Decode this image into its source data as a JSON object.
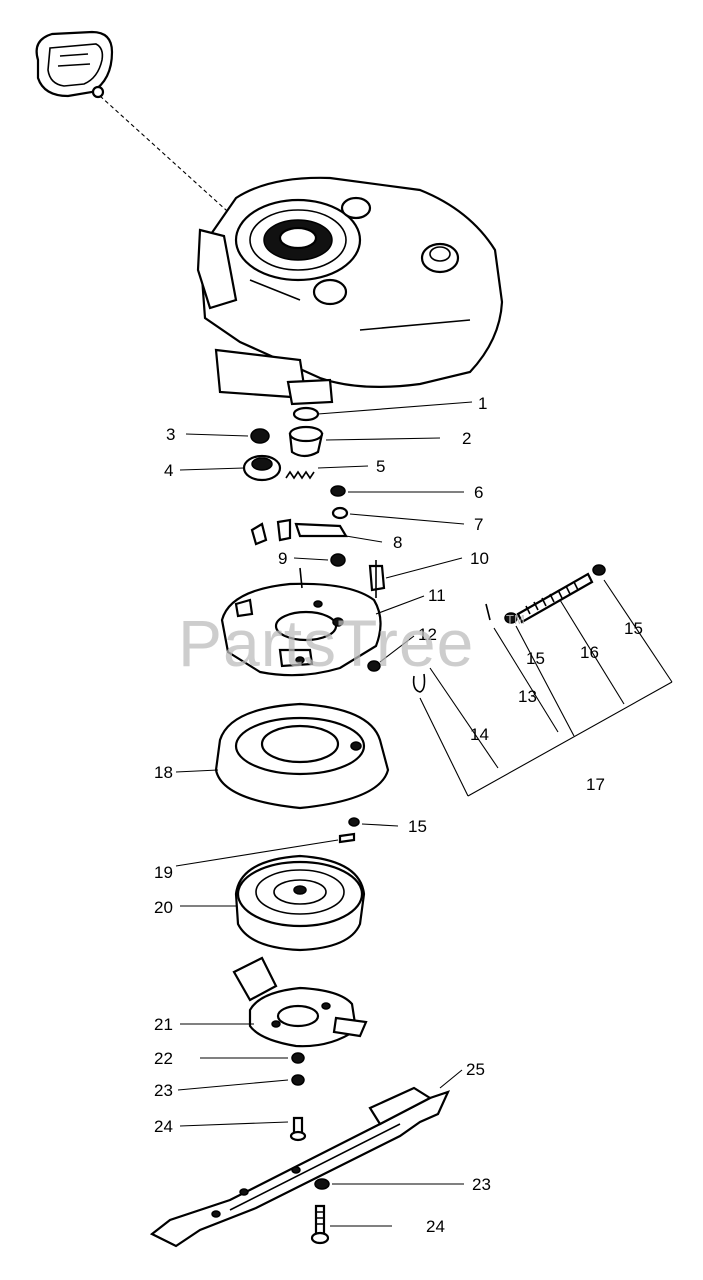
{
  "watermark": {
    "brand": "PartsTree",
    "trademark": "TM"
  },
  "callouts": [
    {
      "label": "1"
    },
    {
      "label": "2"
    },
    {
      "label": "3"
    },
    {
      "label": "4"
    },
    {
      "label": "5"
    },
    {
      "label": "6"
    },
    {
      "label": "7"
    },
    {
      "label": "8"
    },
    {
      "label": "9"
    },
    {
      "label": "10"
    },
    {
      "label": "11"
    },
    {
      "label": "12"
    },
    {
      "label": "13"
    },
    {
      "label": "14"
    },
    {
      "label": "15"
    },
    {
      "label": "15"
    },
    {
      "label": "16"
    },
    {
      "label": "17"
    },
    {
      "label": "18"
    },
    {
      "label": "15"
    },
    {
      "label": "19"
    },
    {
      "label": "20"
    },
    {
      "label": "21"
    },
    {
      "label": "22"
    },
    {
      "label": "23"
    },
    {
      "label": "24"
    },
    {
      "label": "25"
    },
    {
      "label": "23"
    },
    {
      "label": "24"
    }
  ]
}
